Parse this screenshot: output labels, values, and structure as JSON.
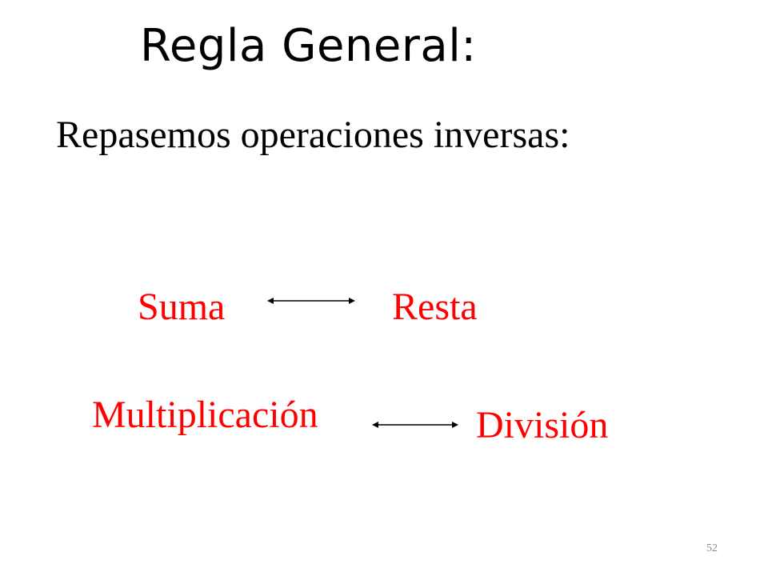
{
  "slide": {
    "title": "Regla General:",
    "subtitle": "Repasemos operaciones inversas:",
    "pairs": [
      {
        "left": "Suma",
        "right": "Resta"
      },
      {
        "left": "Multiplicación",
        "right": "División"
      }
    ],
    "page_number": "52"
  },
  "colors": {
    "text": "#000000",
    "accent": "#ff0000",
    "page_number": "#8a8a8a"
  },
  "icons": {
    "arrow": "double-headed-arrow-icon"
  }
}
